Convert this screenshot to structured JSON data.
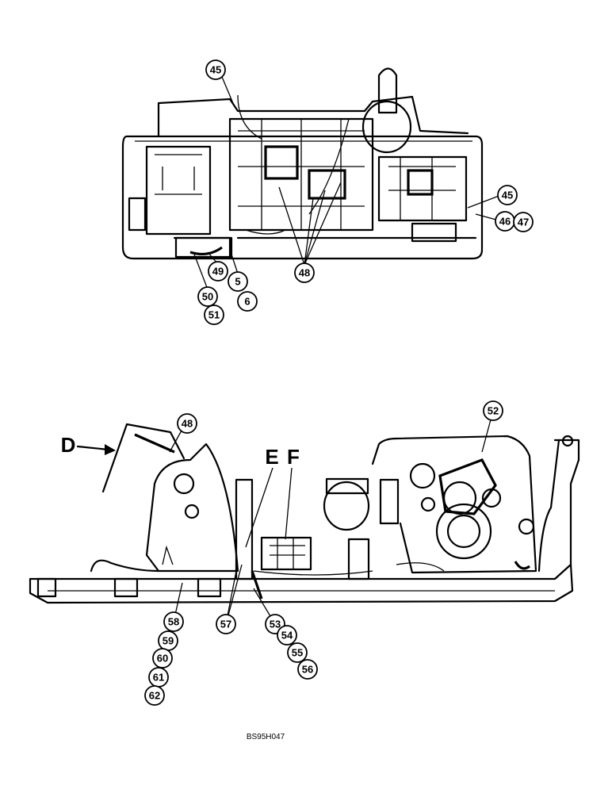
{
  "figure_code": "BS95H047",
  "view_labels": {
    "d": "D",
    "e": "E",
    "f": "F"
  },
  "callouts": {
    "top": [
      "45",
      "45",
      "46",
      "47",
      "48",
      "49",
      "5",
      "6",
      "50",
      "51"
    ],
    "bottom": [
      "48",
      "52",
      "53",
      "54",
      "55",
      "56",
      "57",
      "58",
      "59",
      "60",
      "61",
      "62"
    ]
  }
}
